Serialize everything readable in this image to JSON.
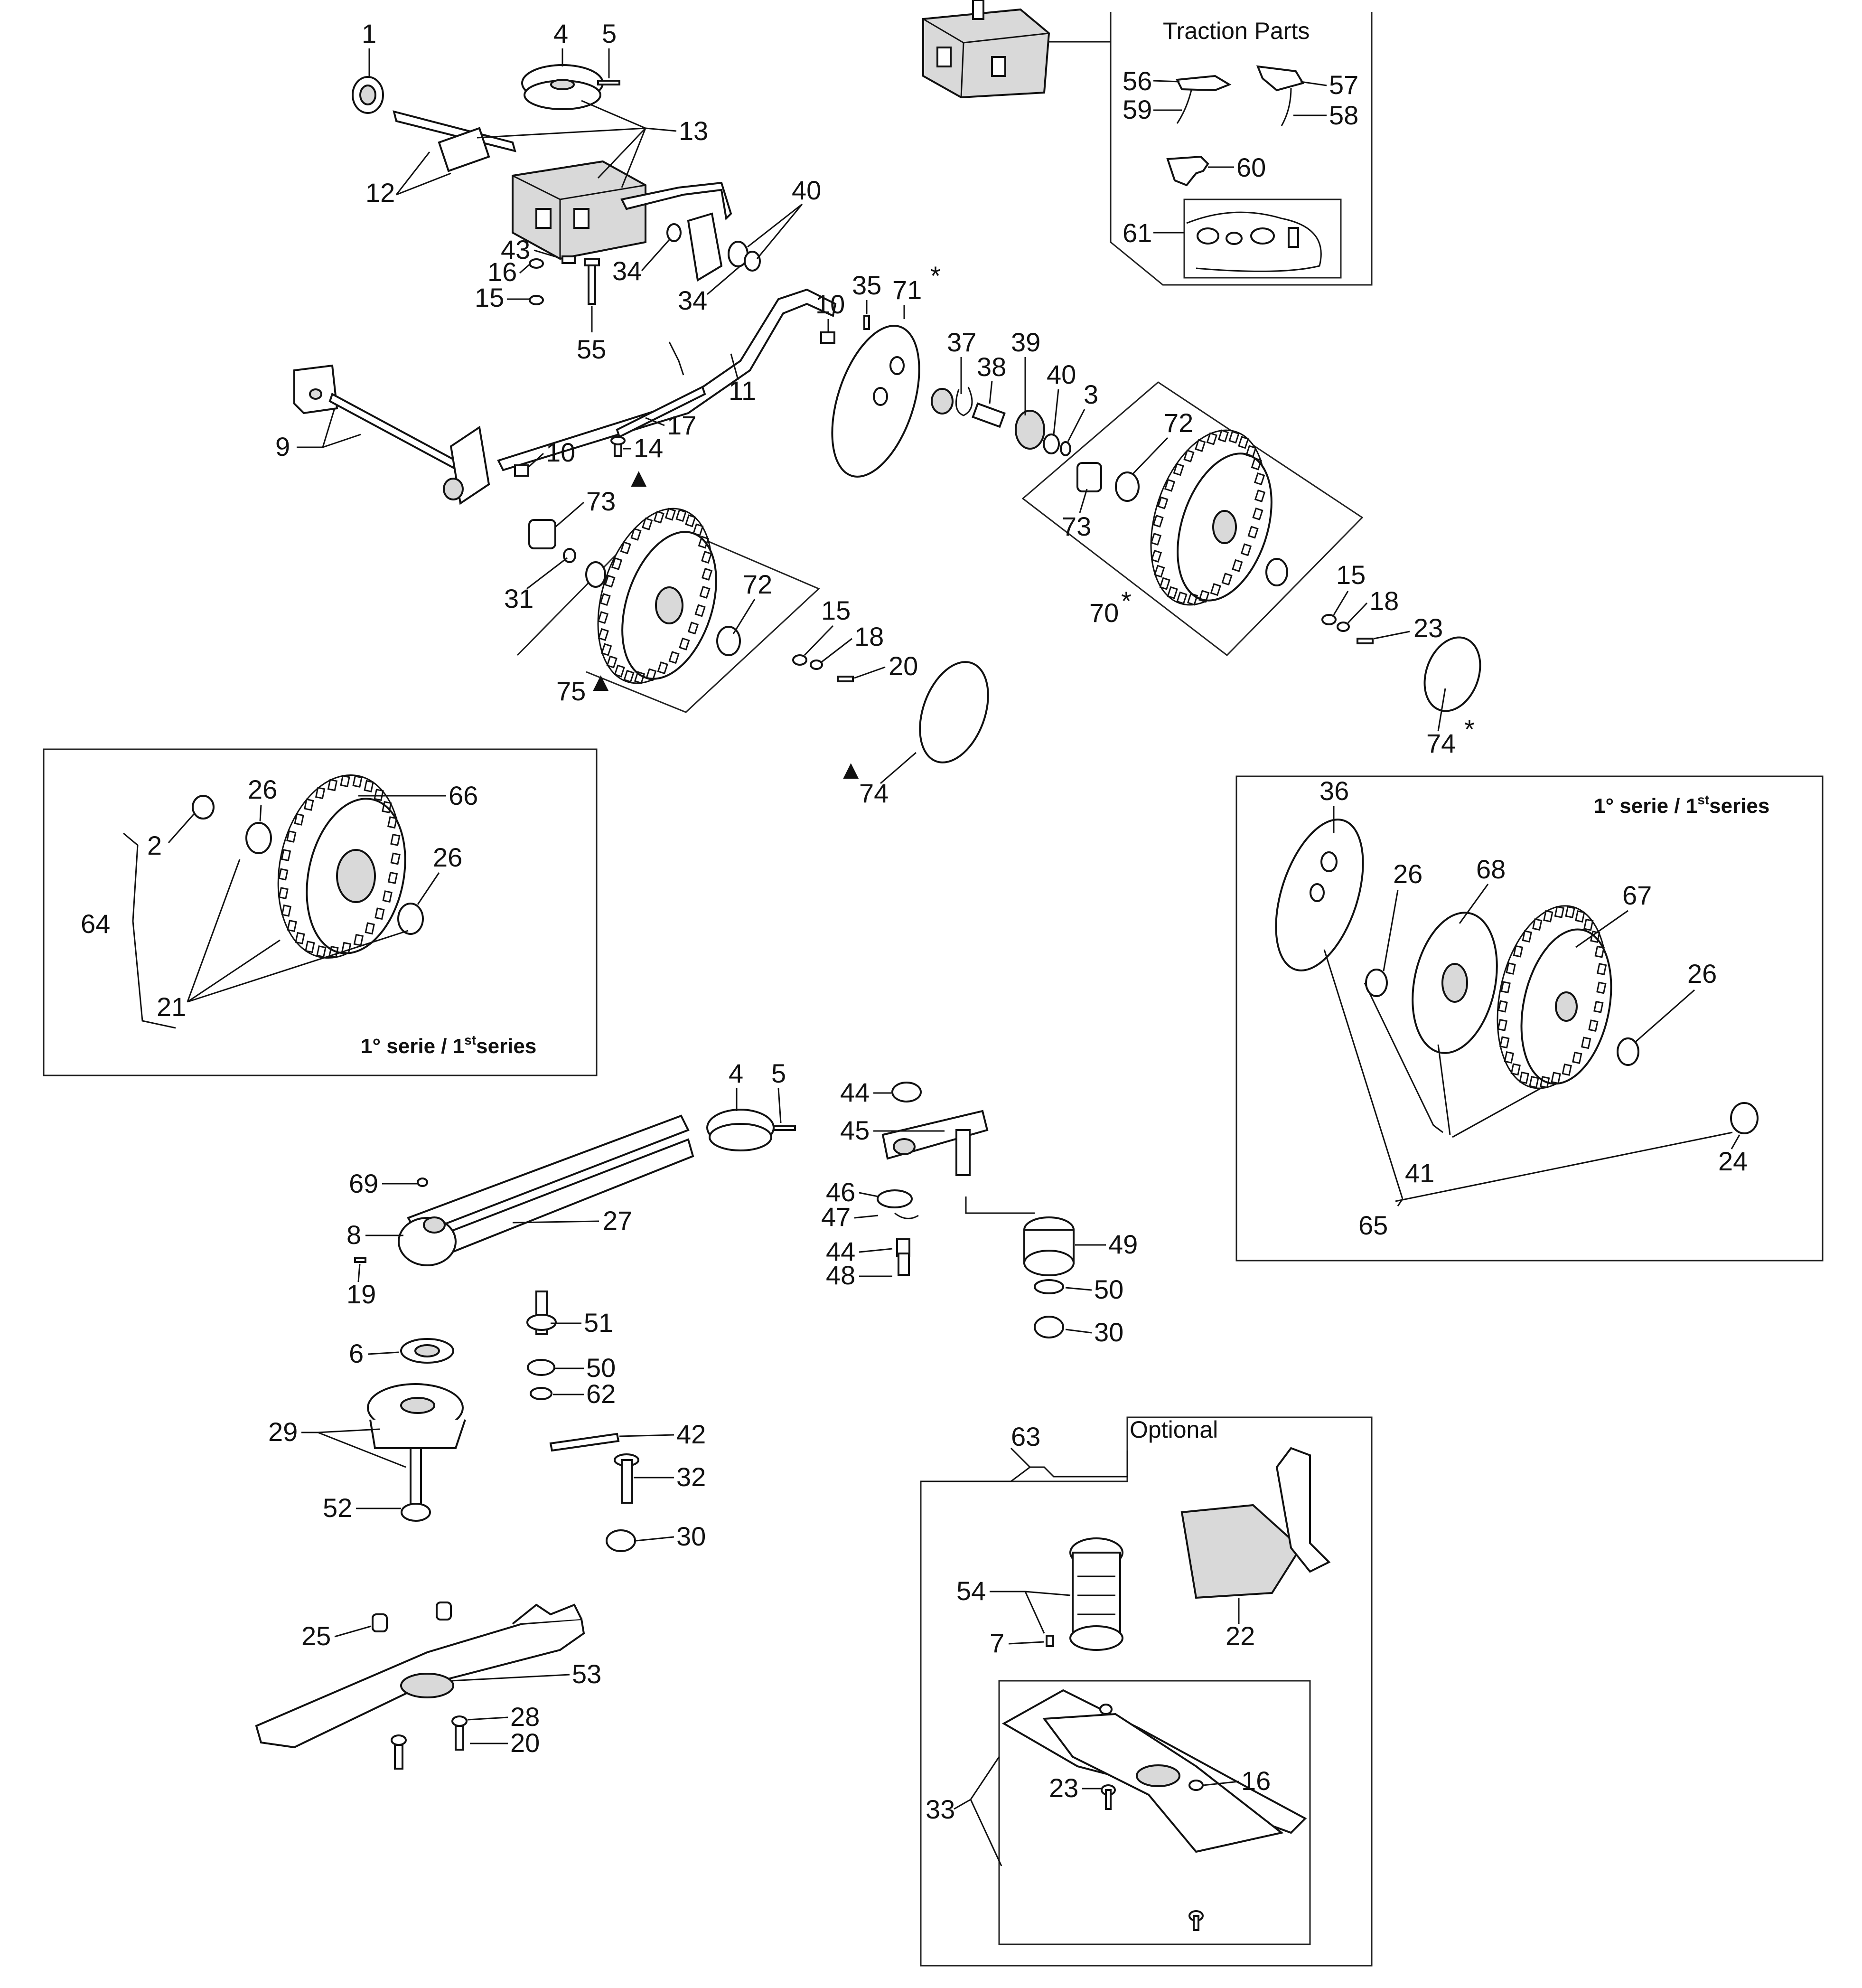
{
  "boxes": {
    "traction_parts": "Traction Parts",
    "optional": "Optional",
    "serie_left": "1° serie / 1",
    "serie_left_sup": "st",
    "serie_left_tail": "series",
    "serie_right": "1° serie / 1",
    "serie_right_sup": "st",
    "serie_right_tail": "series"
  },
  "callouts": [
    "1",
    "4",
    "5",
    "13",
    "12",
    "40",
    "43",
    "16",
    "15",
    "34",
    "34",
    "55",
    "35",
    "71",
    "10",
    "11",
    "17",
    "14",
    "10",
    "9",
    "37",
    "38",
    "39",
    "40",
    "3",
    "72",
    "73",
    "70",
    "73",
    "31",
    "72",
    "75",
    "15",
    "18",
    "20",
    "74",
    "15",
    "18",
    "23",
    "74",
    "56",
    "57",
    "59",
    "58",
    "60",
    "61",
    "2",
    "26",
    "66",
    "26",
    "64",
    "21",
    "36",
    "26",
    "68",
    "67",
    "26",
    "41",
    "24",
    "65",
    "4",
    "5",
    "44",
    "45",
    "69",
    "8",
    "27",
    "19",
    "46",
    "47",
    "44",
    "48",
    "49",
    "50",
    "30",
    "51",
    "6",
    "50",
    "62",
    "29",
    "42",
    "32",
    "52",
    "30",
    "25",
    "53",
    "28",
    "20",
    "63",
    "54",
    "7",
    "22",
    "33",
    "23",
    "16"
  ],
  "markers": {
    "star": "*",
    "triangle": "▲"
  }
}
